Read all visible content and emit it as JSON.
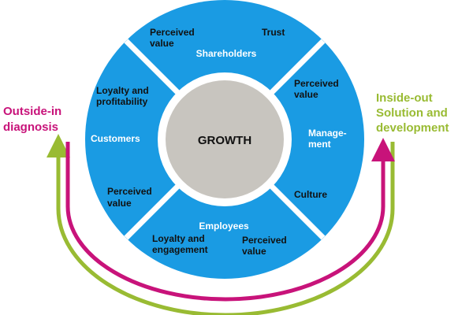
{
  "center": {
    "label": "GROWTH"
  },
  "segments": {
    "shareholders": {
      "title": "Shareholders",
      "items": [
        "Perceived",
        "value",
        "Trust"
      ]
    },
    "management": {
      "title_line1": "Manage-",
      "title_line2": "ment",
      "items": [
        "Perceived",
        "value",
        "Culture"
      ]
    },
    "employees": {
      "title": "Employees",
      "items": [
        "Loyalty and",
        "engagement",
        "Perceived",
        "value"
      ]
    },
    "customers": {
      "title": "Customers",
      "items": [
        "Loyalty and",
        "profitability",
        "Perceived",
        "value"
      ]
    }
  },
  "left_label": {
    "line1": "Outside-in",
    "line2": "diagnosis"
  },
  "right_label": {
    "line1": "Inside-out",
    "line2": "Solution and",
    "line3": "development"
  },
  "colors": {
    "segment_fill": "#1a9be3",
    "center_fill": "#c8c5bf",
    "pink_arrow": "#c8137a",
    "green_arrow": "#99bb33"
  }
}
